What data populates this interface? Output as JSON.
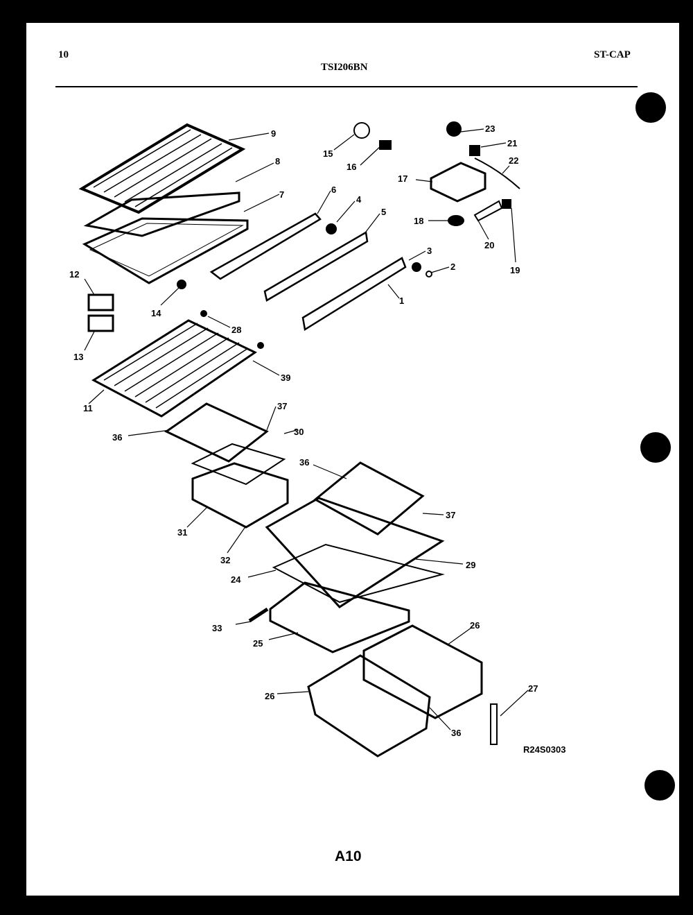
{
  "header": {
    "page_number": "10",
    "model": "TSI206BN",
    "section_code": "ST-CAP"
  },
  "diagram": {
    "part_numbers": [
      "1",
      "2",
      "3",
      "4",
      "5",
      "6",
      "7",
      "8",
      "9",
      "11",
      "12",
      "13",
      "14",
      "15",
      "16",
      "17",
      "18",
      "19",
      "20",
      "21",
      "22",
      "23",
      "24",
      "25",
      "26",
      "26",
      "27",
      "28",
      "29",
      "30",
      "31",
      "32",
      "33",
      "36",
      "36",
      "36",
      "37",
      "37",
      "39"
    ],
    "reference_code": "R24S0303"
  },
  "footer": {
    "page_label": "A10"
  }
}
